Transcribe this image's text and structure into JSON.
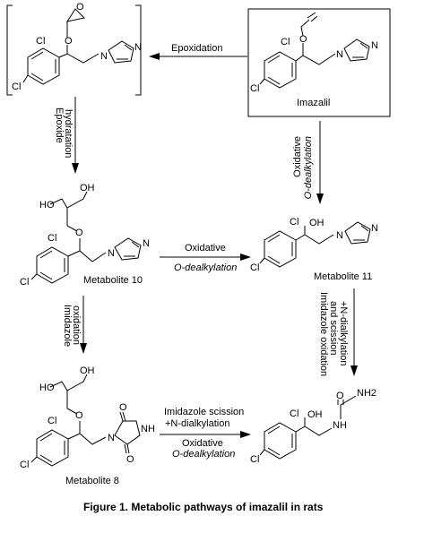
{
  "compounds": {
    "epoxide": {
      "atoms": {
        "cl_ring": "Cl",
        "cl_para": "Cl",
        "o_ether": "O",
        "o_epox": "O",
        "n1": "N",
        "n3": "N"
      }
    },
    "imazalil": {
      "name": "Imazalil",
      "atoms": {
        "cl_ring": "Cl",
        "cl_para": "Cl",
        "o_ether": "O",
        "n1": "N",
        "n3": "N"
      }
    },
    "metabolite10": {
      "name": "Metabolite 10",
      "atoms": {
        "oh1": "OH",
        "oh2": "HO",
        "o_ether": "O",
        "cl_ring": "Cl",
        "cl_para": "Cl",
        "n1": "N",
        "n3": "N"
      }
    },
    "metabolite11": {
      "name": "Metabolite 11",
      "atoms": {
        "oh": "OH",
        "cl_ring": "Cl",
        "cl_para": "Cl",
        "n1": "N",
        "n3": "N"
      }
    },
    "metabolite8": {
      "name": "Metabolite 8",
      "atoms": {
        "oh1": "OH",
        "oh2": "HO",
        "o_ether": "O",
        "cl_ring": "Cl",
        "cl_para": "Cl",
        "n1": "N",
        "nh": "NH",
        "o1": "O",
        "o2": "O"
      }
    },
    "urea": {
      "atoms": {
        "oh": "OH",
        "cl_ring": "Cl",
        "cl_para": "Cl",
        "o": "O",
        "nh": "NH",
        "nh2": "NH2"
      }
    }
  },
  "reactions": {
    "epoxidation": "Epoxidation",
    "epoxide_hydration": [
      "Epoxide",
      "hydratation"
    ],
    "oxidative_dealkylation_right": [
      "Oxidative",
      "O-dealkylation"
    ],
    "oxidative_dealkylation_middle": [
      "Oxidative",
      "O-dealkylation"
    ],
    "imidazole_oxidation": [
      "Imidazole",
      "oxidation"
    ],
    "imidazole_oxidation_scission": [
      "Imidazole oxidation",
      "and scission",
      "+N-dialkylation"
    ],
    "bottom_top": [
      "Imidazole scission",
      "+N-dialkylation"
    ],
    "bottom_bottom": [
      "Oxidative",
      "O-dealkylation"
    ]
  },
  "caption": "Figure 1.  Metabolic pathways of imazalil in rats"
}
